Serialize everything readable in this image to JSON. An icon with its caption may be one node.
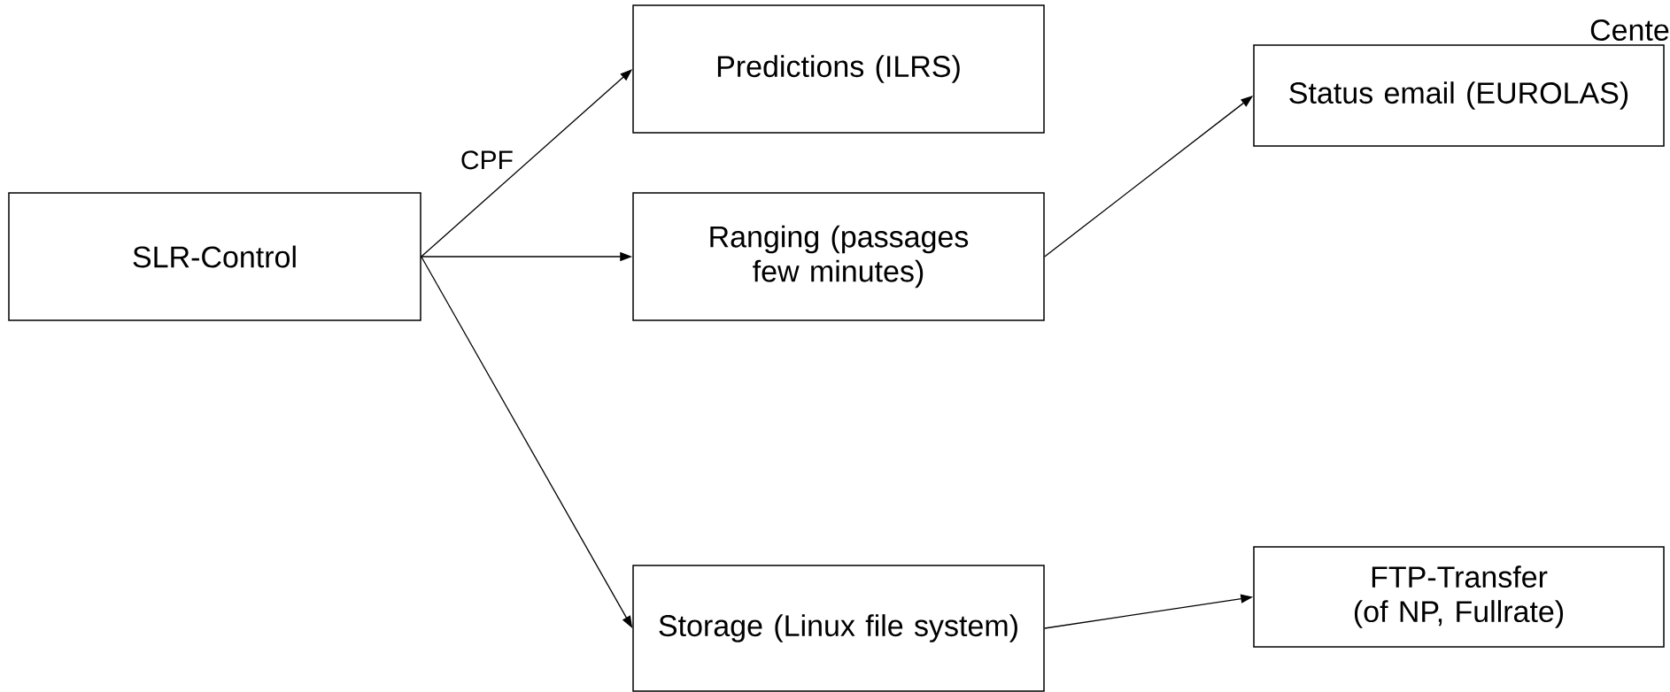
{
  "diagram": {
    "nodes": [
      {
        "text": [
          "SLR-Control"
        ]
      },
      {
        "text": [
          "Predictions (ILRS)"
        ]
      },
      {
        "text": [
          "Ranging (passages few minutes)"
        ]
      },
      {
        "text": [
          "Storage (Linux file system)"
        ]
      },
      {
        "text": [
          "Status email (EUROLAS)"
        ]
      },
      {
        "text": [
          "FTP-Transfer (of NP, Fullrate)"
        ]
      }
    ],
    "edges": [
      {
        "from": 0,
        "to": 1,
        "arrow": "to",
        "label": "CPF"
      },
      {
        "from": 0,
        "to": 2,
        "arrow": "to"
      },
      {
        "from": 0,
        "to": 3,
        "arrow": "to"
      },
      {
        "from": 2,
        "to": 4,
        "arrow": "to"
      },
      {
        "from": 3,
        "to": 5,
        "arrow": "to"
      }
    ],
    "labels": [
      "Cente"
    ]
  }
}
